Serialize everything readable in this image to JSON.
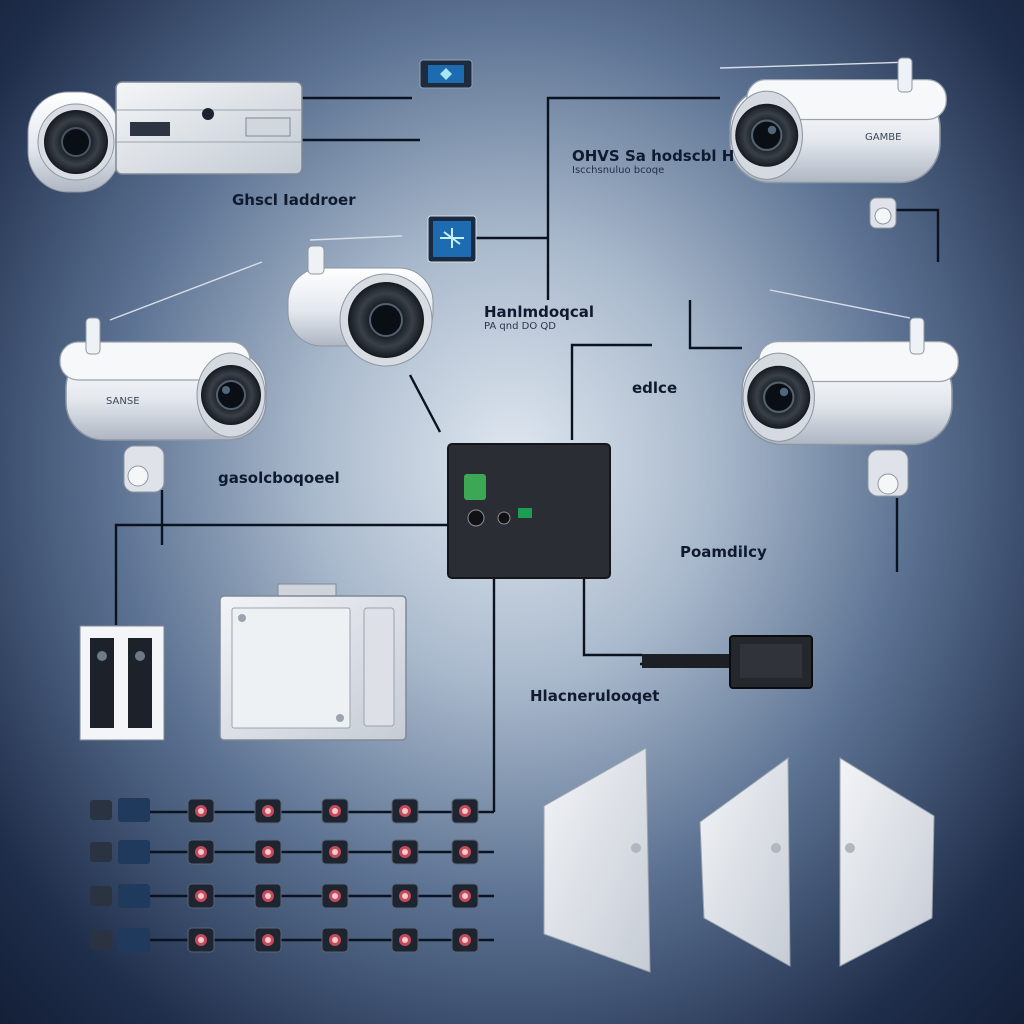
{
  "labels": {
    "top_left_caption": "Ghscl Iaddroer",
    "top_center_caption_main": "OHVS Sa hodscbl H",
    "top_center_caption_sub": "Iscchsnuluo bcoqe",
    "hub_caption_main": "Hanlmdoqcal",
    "hub_caption_sub": "PA qnd DO QD",
    "left_camera_caption": "gasolcboqoeel",
    "right_mid_caption": "edlce",
    "right_lower_caption": "Poamdilcy",
    "storage_caption": "Hlacnerulooqet",
    "camera_brand_1": "GAMBE",
    "camera_brand_2": "SANSE"
  },
  "colors": {
    "background_center": "#dfe7f0",
    "background_edge": "#141f37",
    "wire": "#0b1220",
    "camera_body": "#eef1f5",
    "panel": "#2a2d33",
    "accent": "#1d6bb0"
  },
  "icons": {
    "cameras": "bullet-camera-icon",
    "router": "network-switch-icon",
    "controller": "control-panel-icon",
    "relay": "relay-module-icon",
    "enclosure": "junction-box-icon",
    "sensor": "sensor-node-icon"
  }
}
